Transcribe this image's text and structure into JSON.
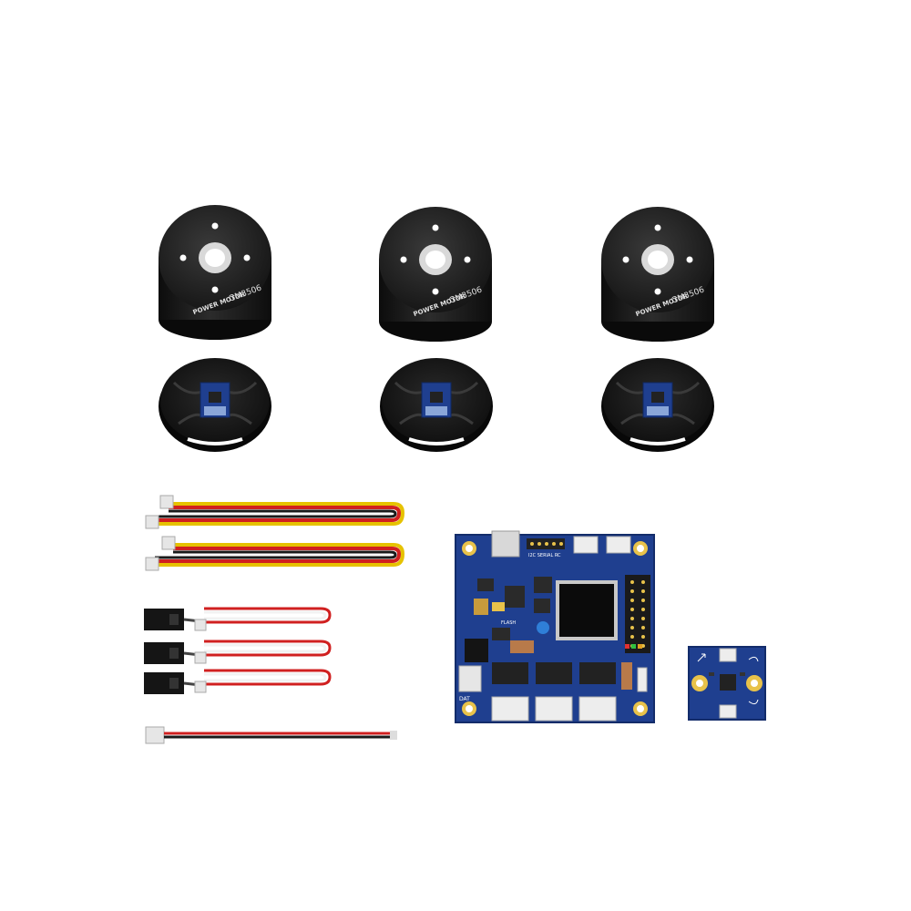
{
  "product": {
    "motor_brand": "POWER MOTOR",
    "motor_model": "GM3506",
    "board_labels": {
      "serial": "I2C SERIAL RC",
      "flash": "FLASH",
      "dat": "DAT"
    }
  },
  "colors": {
    "background": "#ffffff",
    "motor_body": "#1a1a1a",
    "motor_top": "#2b2b2b",
    "pcb_blue": "#1f3f8f",
    "pcb_blue_dark": "#162f6e",
    "gold": "#e8c24a",
    "wire_red": "#d02020",
    "wire_yellow": "#e6c200",
    "wire_black": "#1a1a1a",
    "connector_white": "#e6e6e6"
  },
  "counts": {
    "motors": 3,
    "encoder_caps": 3,
    "sensor_cables": 2,
    "servo_cables": 3,
    "power_cables": 1
  }
}
